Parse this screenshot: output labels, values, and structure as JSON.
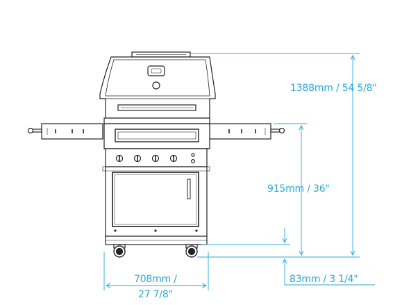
{
  "dimensions": {
    "total_height": "1388mm / 54 5/8\"",
    "counter_height": "915mm / 36\"",
    "clearance": "83mm / 3 1/4\"",
    "width_line1": "708mm /",
    "width_line2": "27 7/8\""
  },
  "colors": {
    "dimension": "#29a8d8",
    "outline": "#222222",
    "white": "#ffffff"
  }
}
